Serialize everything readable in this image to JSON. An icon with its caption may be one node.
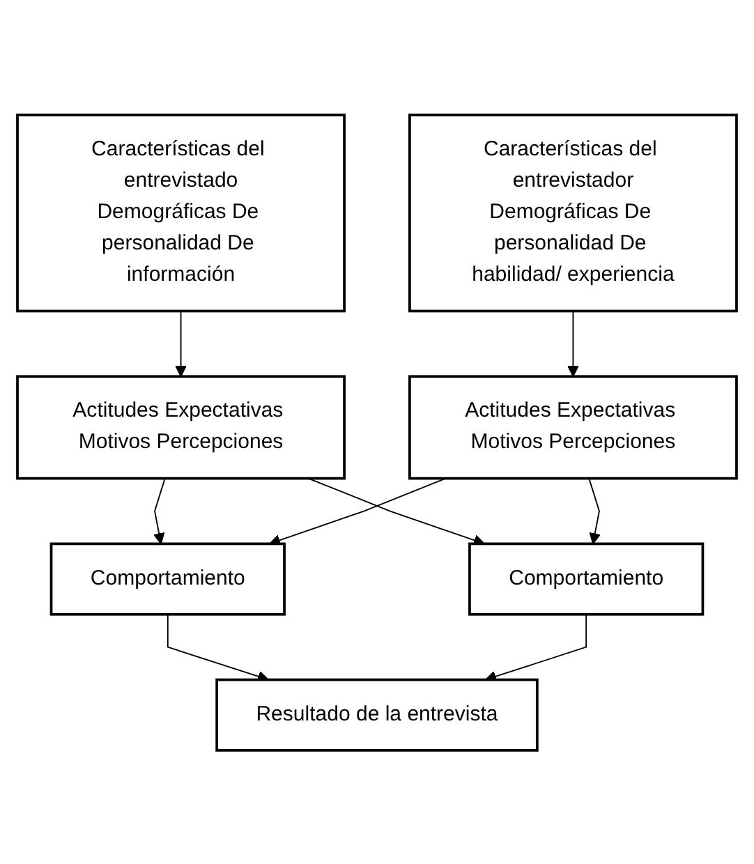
{
  "diagram": {
    "nodes": [
      {
        "text": [
          "Características del entrevistado",
          "Demográficas De personalidad De información"
        ]
      },
      {
        "text": [
          "Características del entrevistador",
          "Demográficas De personalidad De habilidad/ experiencia"
        ]
      },
      {
        "text": [
          "Actitudes Expectativas Motivos Percepciones"
        ]
      },
      {
        "text": [
          "Actitudes Expectativas Motivos Percepciones"
        ]
      },
      {
        "text": [
          "Comportamiento"
        ]
      },
      {
        "text": [
          "Comportamiento"
        ]
      },
      {
        "text": [
          "Resultado de la entrevista"
        ]
      }
    ],
    "edges": [
      {
        "from": 0,
        "to": 2,
        "arrow": "to"
      },
      {
        "from": 1,
        "to": 3,
        "arrow": "to"
      },
      {
        "from": 2,
        "to": 4,
        "arrow": "to"
      },
      {
        "from": 2,
        "to": 5,
        "arrow": "to"
      },
      {
        "from": 3,
        "to": 4,
        "arrow": "to"
      },
      {
        "from": 3,
        "to": 5,
        "arrow": "to"
      },
      {
        "from": 4,
        "to": 6,
        "arrow": "to"
      },
      {
        "from": 5,
        "to": 6,
        "arrow": "to"
      }
    ]
  }
}
